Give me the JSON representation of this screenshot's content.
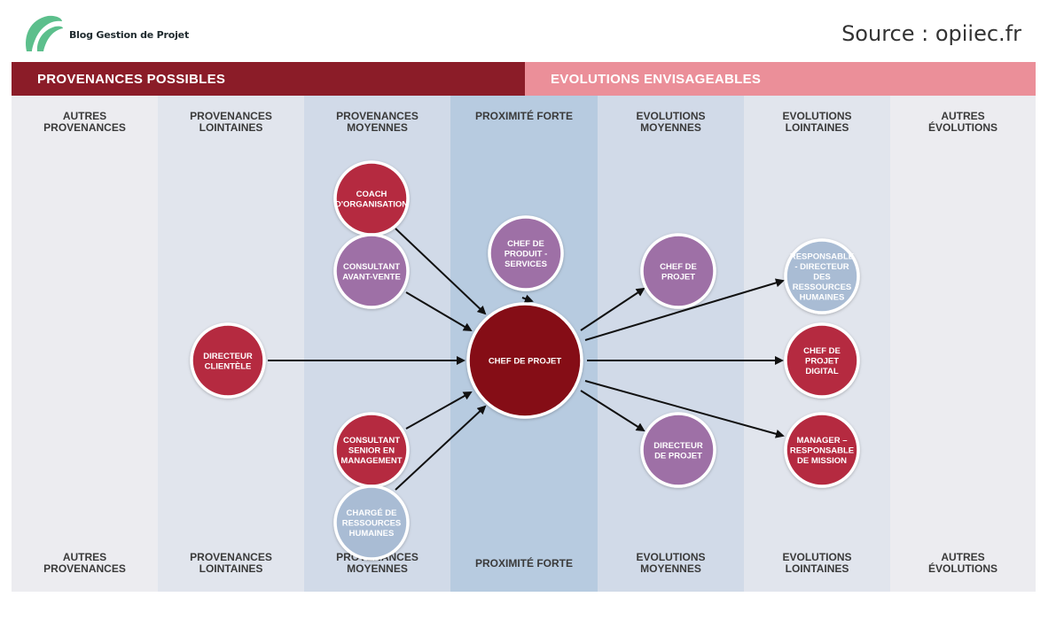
{
  "brand": {
    "name": "Blog Gestion de Projet",
    "logo_color": "#5cbf8c"
  },
  "source": "Source : opiiec.fr",
  "header": {
    "left": "PROVENANCES POSSIBLES",
    "right": "EVOLUTIONS ENVISAGEABLES",
    "left_color": "#8b1c28",
    "right_color": "#eb8f99"
  },
  "columns": [
    {
      "label": "AUTRES\nPROVENANCES",
      "bg": "#ececf0"
    },
    {
      "label": "PROVENANCES\nLOINTAINES",
      "bg": "#e1e5ed"
    },
    {
      "label": "PROVENANCES\nMOYENNES",
      "bg": "#d1dae8"
    },
    {
      "label": "PROXIMITÉ FORTE",
      "bg": "#b7cbe0"
    },
    {
      "label": "EVOLUTIONS\nMOYENNES",
      "bg": "#d1dae8"
    },
    {
      "label": "EVOLUTIONS\nLOINTAINES",
      "bg": "#e1e5ed"
    },
    {
      "label": "AUTRES\nÉVOLUTIONS",
      "bg": "#ececf0"
    }
  ],
  "colors": {
    "red": "#b5293f",
    "dark_red": "#850a18",
    "purple": "#9e70a6",
    "light_blue": "#a9bcd4"
  },
  "nodes": [
    {
      "id": "coach",
      "lines": [
        "COACH",
        "D'ORGANISATION"
      ],
      "color": "red"
    },
    {
      "id": "avant-vente",
      "lines": [
        "CONSULTANT",
        "AVANT-VENTE"
      ],
      "color": "purple"
    },
    {
      "id": "chef-produit",
      "lines": [
        "CHEF DE",
        "PRODUIT -",
        "SERVICES"
      ],
      "color": "purple"
    },
    {
      "id": "directeur-clientele",
      "lines": [
        "DIRECTEUR",
        "CLIENTÈLE"
      ],
      "color": "red"
    },
    {
      "id": "chef-de-projet",
      "lines": [
        "CHEF DE PROJET"
      ],
      "color": "dark_red"
    },
    {
      "id": "consultant-senior",
      "lines": [
        "CONSULTANT",
        "SENIOR EN",
        "MANAGEMENT"
      ],
      "color": "red"
    },
    {
      "id": "charge-rh",
      "lines": [
        "CHARGÉ DE",
        "RESSOURCES",
        "HUMAINES"
      ],
      "color": "light_blue"
    },
    {
      "id": "chef-de-projet-evo",
      "lines": [
        "CHEF DE",
        "PROJET"
      ],
      "color": "purple"
    },
    {
      "id": "directeur-de-projet",
      "lines": [
        "DIRECTEUR",
        "DE PROJET"
      ],
      "color": "purple"
    },
    {
      "id": "responsable-rh",
      "lines": [
        "RESPONSABLE",
        "- DIRECTEUR",
        "DES",
        "RESSOURCES",
        "HUMAINES"
      ],
      "color": "light_blue"
    },
    {
      "id": "chef-projet-digital",
      "lines": [
        "CHEF DE",
        "PROJET",
        "DIGITAL"
      ],
      "color": "red"
    },
    {
      "id": "manager-mission",
      "lines": [
        "MANAGER –",
        "RESPONSABLE",
        "DE MISSION"
      ],
      "color": "red"
    }
  ]
}
